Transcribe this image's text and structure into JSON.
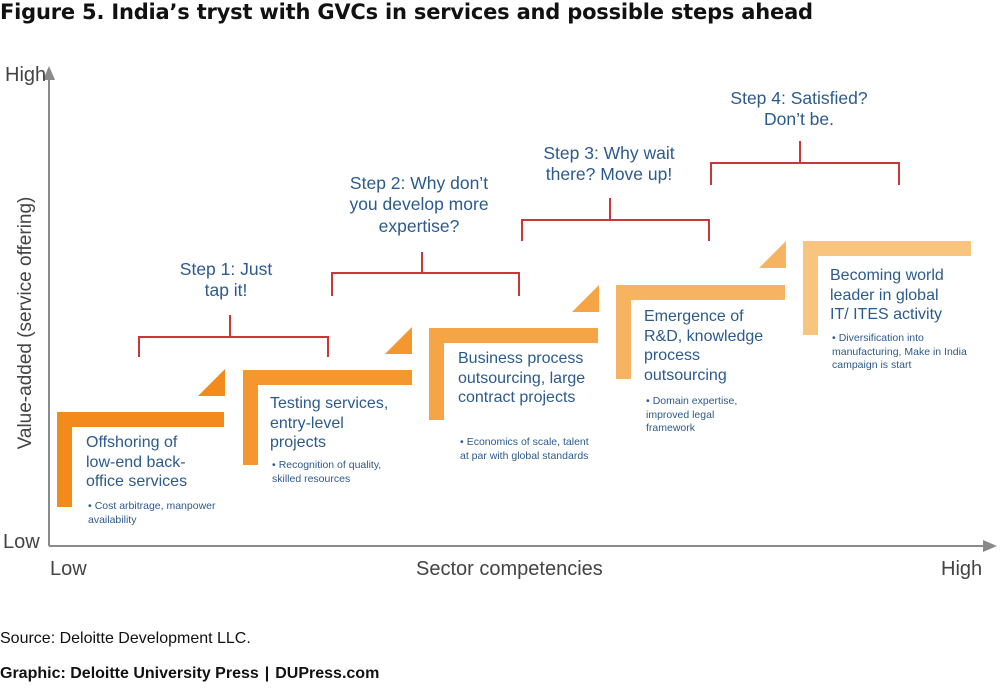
{
  "title": "Figure 5. India’s tryst with GVCs in services and possible steps ahead",
  "axes": {
    "y_high": "High",
    "y_low": "Low",
    "y_title": "Value-added (service offering)",
    "x_low": "Low",
    "x_title": "Sector competencies",
    "x_high": "High"
  },
  "stages": [
    {
      "label": "Offshoring of low-end back-office services",
      "bullet": "Cost arbitrage, manpower availability"
    },
    {
      "label": "Testing services, entry-level projects",
      "bullet": "Recognition of quality, skilled resources"
    },
    {
      "label": "Business process outsourcing, large contract projects",
      "bullet": "Economics of scale, talent at par with global standards"
    },
    {
      "label": "Emergence of R&D, knowledge process outsourcing",
      "bullet": "Domain expertise, improved legal framework"
    },
    {
      "label": "Becoming world leader in global IT/ ITES activity",
      "bullet": "Diversification into manufacturing, Make in India campaign is start"
    }
  ],
  "steps": [
    {
      "label": "Step 1: Just tap it!"
    },
    {
      "label": "Step 2: Why don’t you develop more expertise?"
    },
    {
      "label": "Step 3: Why wait there? Move up!"
    },
    {
      "label": "Step 4: Satisfied? Don’t be."
    }
  ],
  "colors": {
    "stage_shades": [
      "#f28b1c",
      "#f4972e",
      "#f5a546",
      "#f6b462",
      "#f8c47e"
    ],
    "bracket": "#c8373a",
    "text": "#2c5a8c",
    "axis": "#8a8a8a"
  },
  "footer": {
    "source": "Source: Deloitte Development LLC.",
    "graphic": "Graphic: Deloitte University Press",
    "separator": "|",
    "site": "DUPress.com"
  }
}
